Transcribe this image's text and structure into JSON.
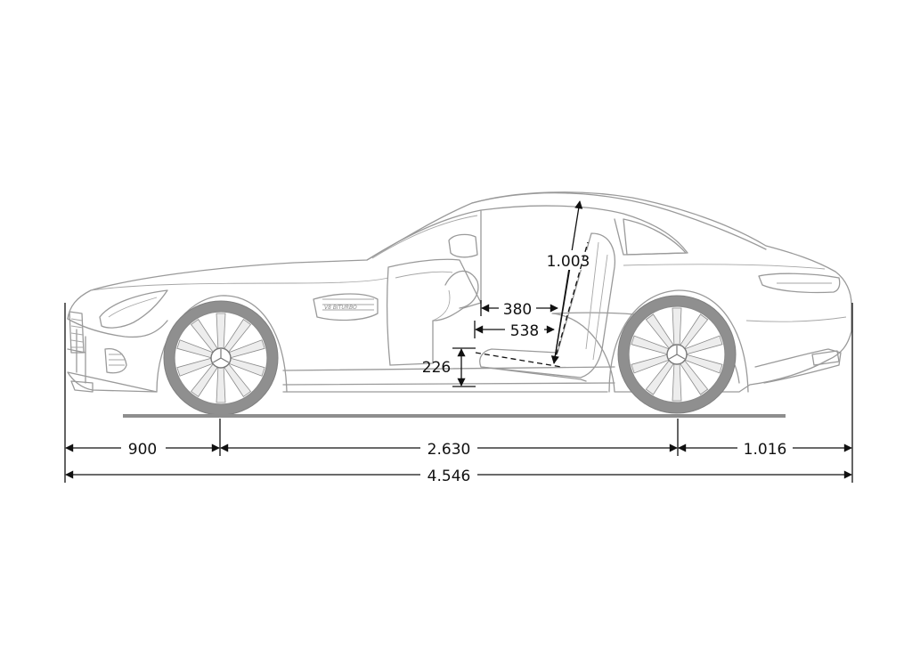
{
  "dimensions": {
    "front_overhang": "900",
    "wheelbase": "2.630",
    "rear_overhang": "1.016",
    "overall_length": "4.546",
    "headroom": "1.003",
    "seat_depth_short": "380",
    "seat_depth_long": "538",
    "seat_height": "226"
  },
  "badge": {
    "side_vent_text": "V8 BITURBO"
  },
  "colors": {
    "car_outline": "#9a9a9a",
    "tires": "#8f8f8f",
    "dimension_lines": "#111111",
    "background": "#ffffff"
  }
}
